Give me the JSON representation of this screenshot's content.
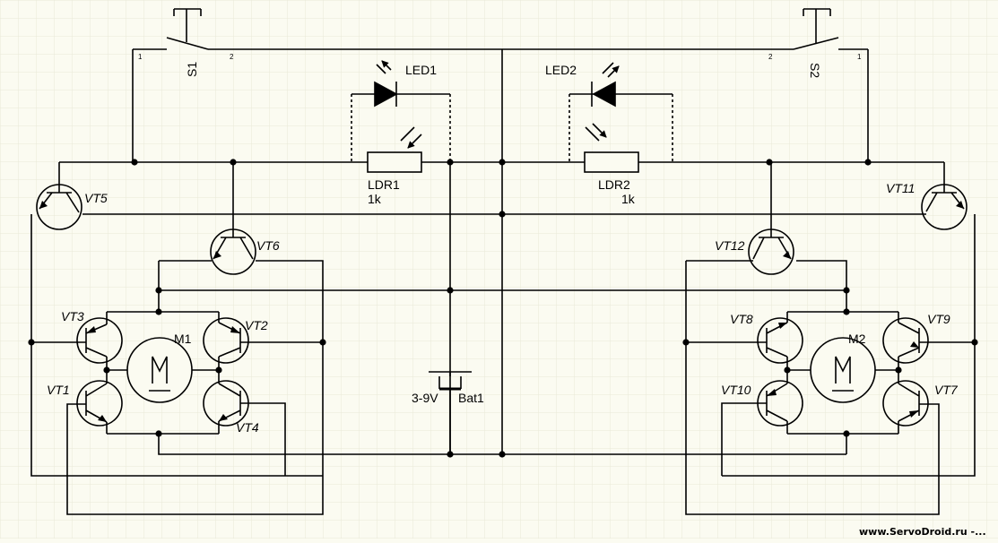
{
  "switches": {
    "s1": "S1",
    "s2": "S2",
    "pin1": "1",
    "pin2": "2"
  },
  "leds": {
    "led1": "LED1",
    "led2": "LED2"
  },
  "ldrs": {
    "ldr1": "LDR1",
    "ldr1_value": "1k",
    "ldr2": "LDR2",
    "ldr2_value": "1k"
  },
  "battery": {
    "voltage": "3-9V",
    "name": "Bat1"
  },
  "motors": {
    "m1": "M1",
    "m2": "M2"
  },
  "transistors": {
    "vt1": "VT1",
    "vt2": "VT2",
    "vt3": "VT3",
    "vt4": "VT4",
    "vt5": "VT5",
    "vt6": "VT6",
    "vt7": "VT7",
    "vt8": "VT8",
    "vt9": "VT9",
    "vt10": "VT10",
    "vt11": "VT11",
    "vt12": "VT12"
  },
  "watermark": "www.ServoDroid.ru -...",
  "colors": {
    "background": "#fbfbf1",
    "grid": "#e8e8d8",
    "wire": "#000000"
  }
}
